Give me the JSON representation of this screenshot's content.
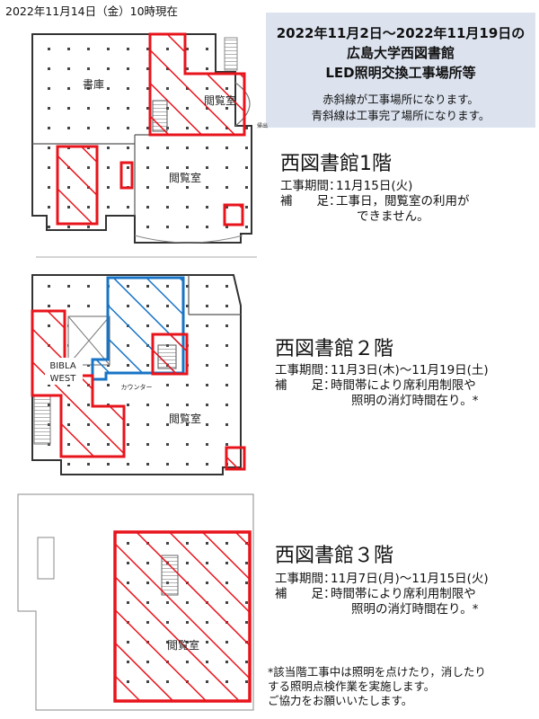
{
  "status_text": "2022年11月14日（金）10時現在",
  "notice": {
    "title_line1": "2022年11月2日～2022年11月19日の",
    "title_line2": "広島大学西図書館",
    "title_line3": "LED照明交換工事場所等",
    "note_red": "赤斜線が工事場所になります。",
    "note_blue": "青斜線は工事完了場所になります。"
  },
  "floors": [
    {
      "title": "西図書館1階",
      "period_label": "工事期間：",
      "period": "11月15日(火)",
      "note_label": "補　　足：",
      "note_line1": "工事日，閲覧室の利用が",
      "note_line2": "できません。"
    },
    {
      "title": "西図書館２階",
      "period_label": "工事期間：",
      "period": "11月3日(木)～11月19日(土)",
      "note_label": "補　　足：",
      "note_line1": "時間帯により席利用制限や",
      "note_line2": "照明の消灯時間在り。*"
    },
    {
      "title": "西図書館３階",
      "period_label": "工事期間：",
      "period": "11月7日(月)～11月15日(火)",
      "note_label": "補　　足：",
      "note_line1": "時間帯により席利用制限や",
      "note_line2": "照明の消灯時間在り。*"
    }
  ],
  "footnote": {
    "line1": "*該当階工事中は照明を点けたり，消したり",
    "line2": "する照明点検作業を実施します。",
    "line3": "ご協力をお願いいたします。"
  },
  "map_labels": {
    "f1_stacks": "書庫",
    "f1_reading_a": "閲覧室",
    "f1_reading_b": "閲覧室",
    "f1_exit": "帰出",
    "f2_bibla": "BIBLA",
    "f2_west": "WEST",
    "f2_counter": "カウンター",
    "f2_reading": "閲覧室",
    "f3_reading": "閲覧室"
  },
  "colors": {
    "work_area": "#e8141c",
    "completed_area": "#1874c6",
    "notice_bg": "#dce3ef",
    "plan_line": "#333333"
  }
}
